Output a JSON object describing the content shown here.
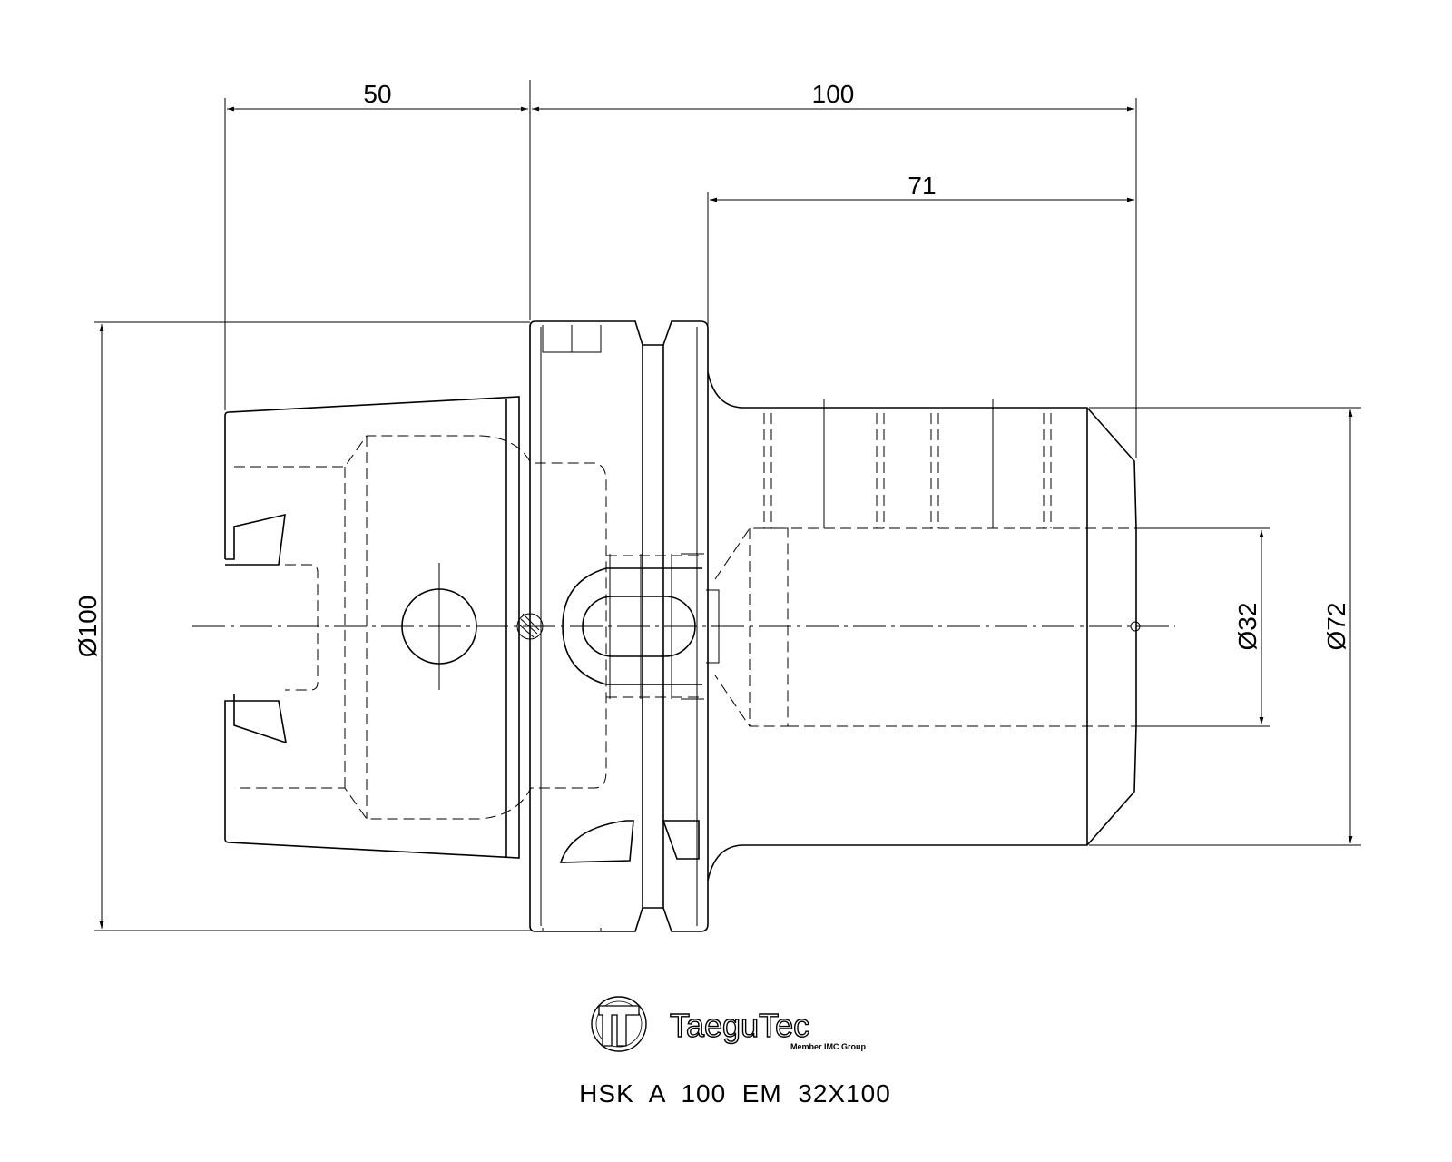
{
  "dimensions": {
    "flange_length": "50",
    "overall_length": "100",
    "shank_length": "71",
    "flange_diameter": "Ø100",
    "bore_diameter": "Ø32",
    "body_diameter": "Ø72"
  },
  "logo": {
    "brand": "TaeguTec",
    "tagline": "Member IMC Group"
  },
  "part_code": "HSK  A  100  EM  32X100"
}
